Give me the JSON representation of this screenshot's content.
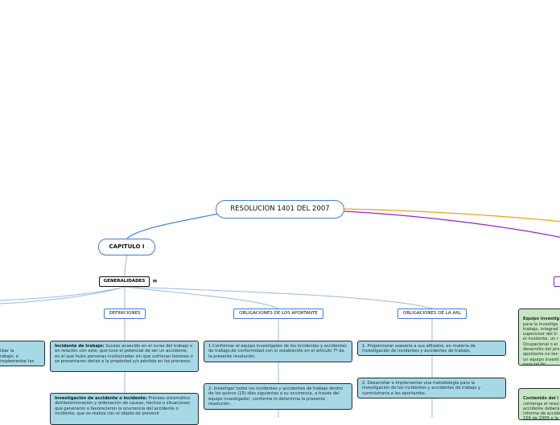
{
  "root": {
    "label": "RESOLUCION 1401 DEL 2007"
  },
  "chapter": {
    "label": "CAPITULO I"
  },
  "generalidades": {
    "label": "GENERALIDADES",
    "menu_glyph": "≡"
  },
  "branches": {
    "definiciones": "DEFINICIONES",
    "obligaciones_aportante": "OBLIGACIONES DE LOS APORTANTE",
    "obligaciones_arl": "OBLIGACIONES DE LA ARL"
  },
  "leaves": {
    "left_partial": "lizar la\nrabajo, e\nimplementar las",
    "incidente_title": "Incidente de trabajo:",
    "incidente_text": " Suceso acaecido en el curso del trabajo o en relación con este, que tuvo el potencial de ser un accidente, en el que hubo personas involucradas sin que sufrieran lesiones o se presentaran daños a la propiedad y/o pérdida en los procesos.",
    "investigacion_title": "Investigación de accidente o incidente:",
    "investigacion_text": " Proceso sistemático deVdeterminación y ordenación de causas, hechos o situaciones que generaron o favorecieron la ocurrencia del accidente o incidente, que se realiza con el objeto de prevenir",
    "aportante_1": "1.Conformar el equipo investigador de los incidentes y accidentes de trabajo,de conformidad con lo establecido en el artículo 7º de la presente resolución.",
    "aportante_2": "2. Investigar todos los incidentes y accidentes de trabajo dentro de los quince (15) días siguientes a su ocurrencia, a través del equipo investigador, conforme lo determina la presente resolución.",
    "arl_1": "1. Proporcionar asesoría a sus afiliados, en materia de investigación de incidentes y accidentes de trabajo.",
    "arl_2": "2. Desarrollar e implementar una metodología para la investigación de los incidentes y accidentes de trabajo y suministrarla a los aportantes.",
    "equipo_title": "Equipo investig",
    "equipo_text": "para la investiga\ntrabajo, integrad\nsupervisor del tr\nel incidente, un r\nOcupacional o el\ndesarrollo del pro\naportante no ten\nun equipo investi\npara tal fin",
    "contenido_title": "Contenido del i",
    "contenido_text": "contenga el resul\naccidente deberá\ninforme de accide\n156 de 2005 o la"
  },
  "colors": {
    "blue_link": "#3f7fd6",
    "orange_link": "#f0a020",
    "purple_link": "#9b1fd6",
    "leaf_blue": "#a7d8e6",
    "leaf_green": "#c6e6c1"
  }
}
